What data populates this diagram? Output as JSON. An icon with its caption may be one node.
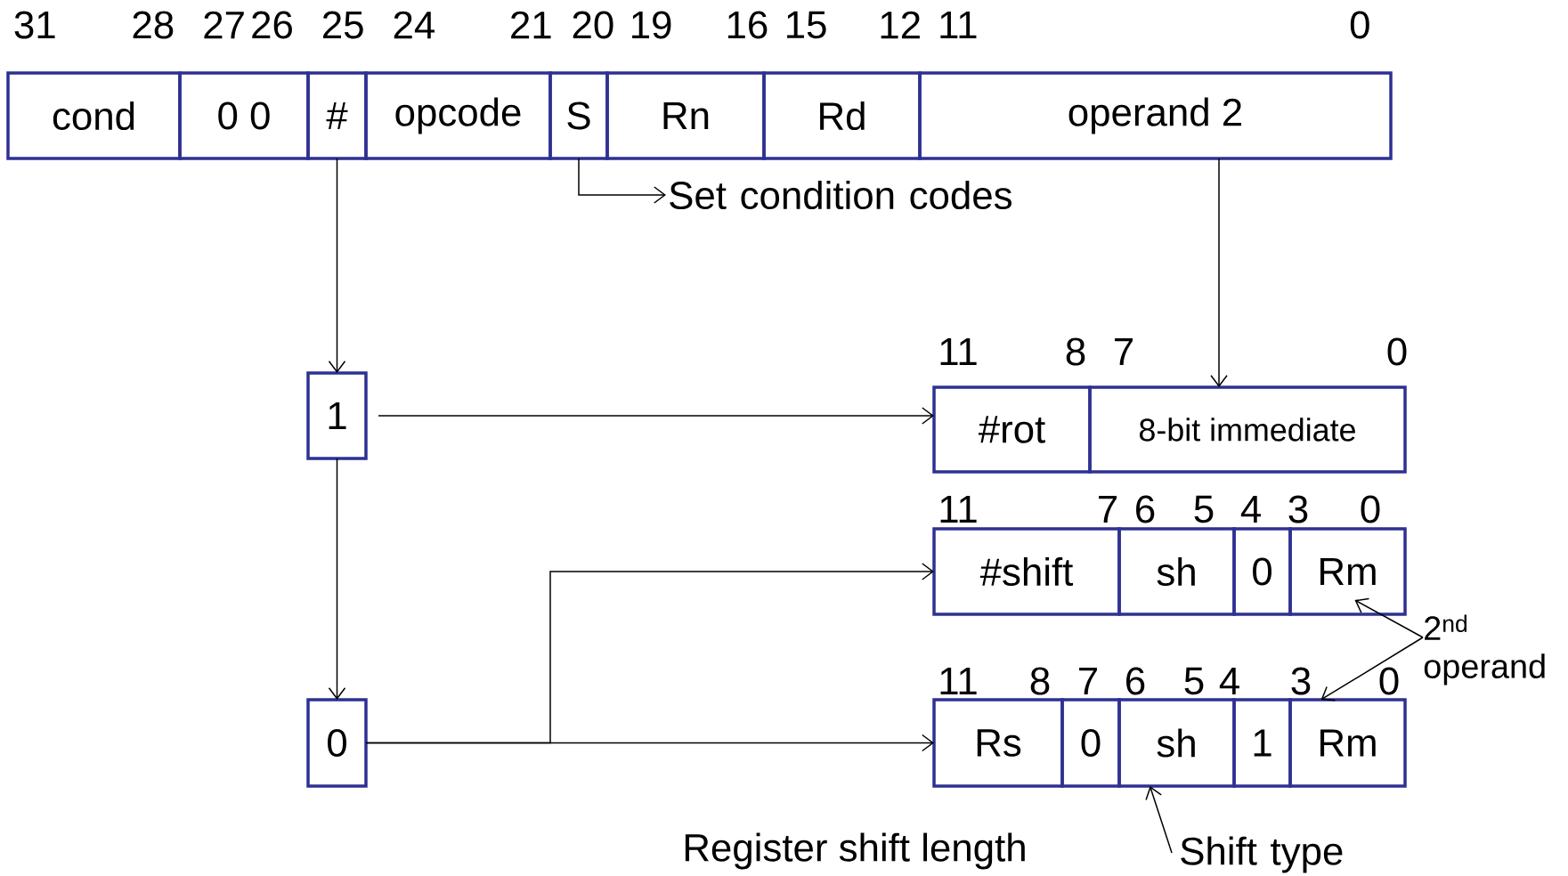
{
  "diagram": {
    "nodes": [
      {
        "text": [
          "cond"
        ]
      },
      {
        "text": [
          "0 0"
        ]
      },
      {
        "text": [
          "#"
        ]
      },
      {
        "text": [
          "opcode"
        ]
      },
      {
        "text": [
          "S"
        ]
      },
      {
        "text": [
          "Rn"
        ]
      },
      {
        "text": [
          "Rd"
        ]
      },
      {
        "text": [
          "operand 2"
        ]
      },
      {
        "text": [
          "Set condition codes"
        ]
      },
      {
        "text": [
          "1"
        ]
      },
      {
        "text": [
          "#rot"
        ]
      },
      {
        "text": [
          "8-bit immediate"
        ]
      },
      {
        "text": [
          "#shift"
        ]
      },
      {
        "text": [
          "sh"
        ]
      },
      {
        "text": [
          "0"
        ]
      },
      {
        "text": [
          "Rm"
        ]
      },
      {
        "text": [
          "0"
        ]
      },
      {
        "text": [
          "Rs"
        ]
      },
      {
        "text": [
          "0"
        ]
      },
      {
        "text": [
          "sh"
        ]
      },
      {
        "text": [
          "1"
        ]
      },
      {
        "text": [
          "Rm"
        ]
      },
      {
        "text": [
          "2$^{nd}$ operand"
        ]
      },
      {
        "text": [
          "Shift type"
        ]
      }
    ],
    "edges": [
      {
        "from": 2,
        "to": 9,
        "arrow": "to"
      },
      {
        "from": 4,
        "to": 8,
        "arrow": "to"
      },
      {
        "from": 7,
        "to": 11,
        "arrow": "to"
      },
      {
        "from": 9,
        "to": 10,
        "arrow": "to"
      },
      {
        "from": 9,
        "to": 16,
        "arrow": "to"
      },
      {
        "from": 16,
        "to": 12,
        "arrow": "to"
      },
      {
        "from": 16,
        "to": 17,
        "arrow": "to"
      },
      {
        "from": 22,
        "to": 15,
        "arrow": "to"
      },
      {
        "from": 22,
        "to": 21,
        "arrow": "to"
      },
      {
        "from": 23,
        "to": 19,
        "arrow": "to"
      }
    ],
    "labels": [
      "31",
      "28",
      "27",
      "26",
      "25",
      "24",
      "21",
      "20",
      "19",
      "16",
      "15",
      "12",
      "11",
      "0",
      "11",
      "8",
      "7",
      "0",
      "11",
      "7",
      "6",
      "5",
      "4",
      "3",
      "0",
      "11",
      "8",
      "7",
      "6",
      "5",
      "4",
      "3",
      "0",
      "Register shift length"
    ]
  }
}
